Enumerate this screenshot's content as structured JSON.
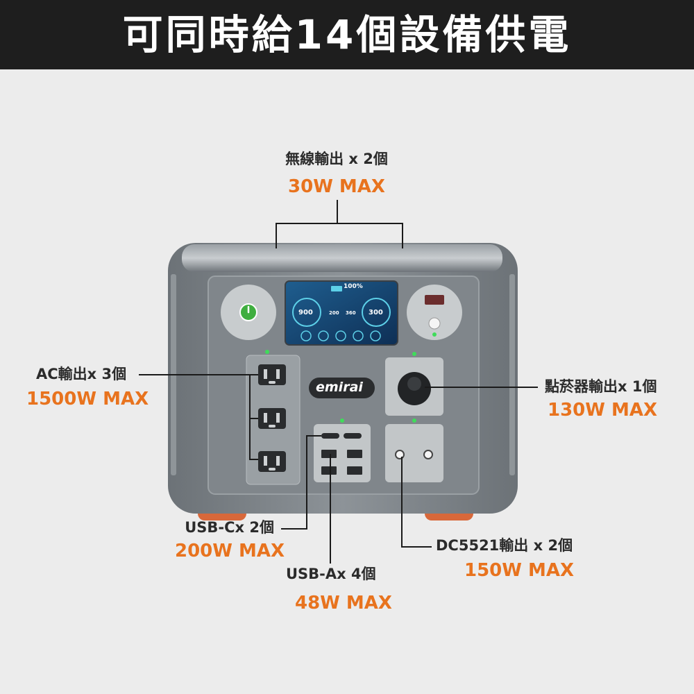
{
  "header": {
    "title": "可同時給14個設備供電"
  },
  "callouts": {
    "wireless": {
      "label": "無線輸出 x 2個",
      "power": "30W MAX"
    },
    "ac": {
      "label": "AC輸出x 3個",
      "power": "1500W MAX"
    },
    "cigarette": {
      "label": "點菸器輸出x 1個",
      "power": "130W MAX"
    },
    "usbc": {
      "label": "USB-Cx 2個",
      "power": "200W MAX"
    },
    "usba": {
      "label": "USB-Ax 4個",
      "power": "48W MAX"
    },
    "dc5521": {
      "label": "DC5521輸出 x 2個",
      "power": "150W MAX"
    }
  },
  "device": {
    "brand": "emirai",
    "screen": {
      "battery": "100%",
      "ac_watts": "900",
      "dc_watts": "300",
      "small1": "200",
      "small2": "360"
    }
  },
  "colors": {
    "accent": "#e8731e",
    "banner_bg": "#1e1e1e",
    "body_bg": "#ececec"
  }
}
